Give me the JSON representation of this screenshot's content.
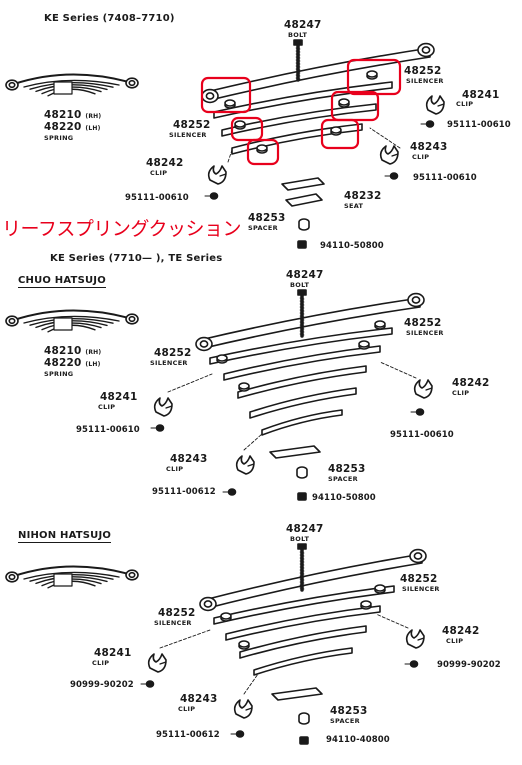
{
  "colors": {
    "ink": "#1a1a1a",
    "highlight": "#e8001c",
    "paper": "#ffffff"
  },
  "sections": {
    "ke_early": {
      "title": "KE Series (7408–7710)",
      "spring": {
        "part": "48210",
        "side_rh": "(RH)",
        "part2": "48220",
        "side_lh": "(LH)",
        "name": "SPRING"
      },
      "bolt": {
        "part": "48247",
        "name": "BOLT"
      },
      "silencer_r": {
        "part": "48252",
        "name": "SILENCER"
      },
      "silencer_l": {
        "part": "48252",
        "name": "SILENCER"
      },
      "clip_r1": {
        "part": "48241",
        "name": "CLIP"
      },
      "bolt_r1": "95111-00610",
      "clip_r2": {
        "part": "48243",
        "name": "CLIP"
      },
      "bolt_r2": "95111-00610",
      "clip_l": {
        "part": "48242",
        "name": "CLIP"
      },
      "bolt_l": "95111-00610",
      "seat": {
        "part": "48232",
        "name": "SEAT"
      },
      "spacer": {
        "part": "48253",
        "name": "SPACER"
      },
      "nut": "94110-50800",
      "annotation": "リーフスプリングクッション"
    },
    "chuo": {
      "title": "KE Series (7710—        ), TE Series",
      "maker": "CHUO HATSUJO",
      "spring": {
        "part": "48210",
        "side_rh": "(RH)",
        "part2": "48220",
        "side_lh": "(LH)",
        "name": "SPRING"
      },
      "bolt": {
        "part": "48247",
        "name": "BOLT"
      },
      "silencer_r": {
        "part": "48252",
        "name": "SILENCER"
      },
      "silencer_l": {
        "part": "48252",
        "name": "SILENCER"
      },
      "clip_l1": {
        "part": "48241",
        "name": "CLIP"
      },
      "bolt_l1": "95111-00610",
      "clip_r": {
        "part": "48242",
        "name": "CLIP"
      },
      "bolt_r": "95111-00610",
      "clip_l2": {
        "part": "48243",
        "name": "CLIP"
      },
      "bolt_l2": "95111-00612",
      "spacer": {
        "part": "48253",
        "name": "SPACER"
      },
      "nut": "94110-50800"
    },
    "nihon": {
      "maker": "NIHON HATSUJO",
      "bolt": {
        "part": "48247",
        "name": "BOLT"
      },
      "silencer_r": {
        "part": "48252",
        "name": "SILENCER"
      },
      "silencer_l": {
        "part": "48252",
        "name": "SILENCER"
      },
      "clip_l1": {
        "part": "48241",
        "name": "CLIP"
      },
      "bolt_l1": "90999-90202",
      "clip_r": {
        "part": "48242",
        "name": "CLIP"
      },
      "bolt_r": "90999-90202",
      "clip_l2": {
        "part": "48243",
        "name": "CLIP"
      },
      "bolt_l2": "95111-00612",
      "spacer": {
        "part": "48253",
        "name": "SPACER"
      },
      "nut": "94110-40800"
    }
  }
}
